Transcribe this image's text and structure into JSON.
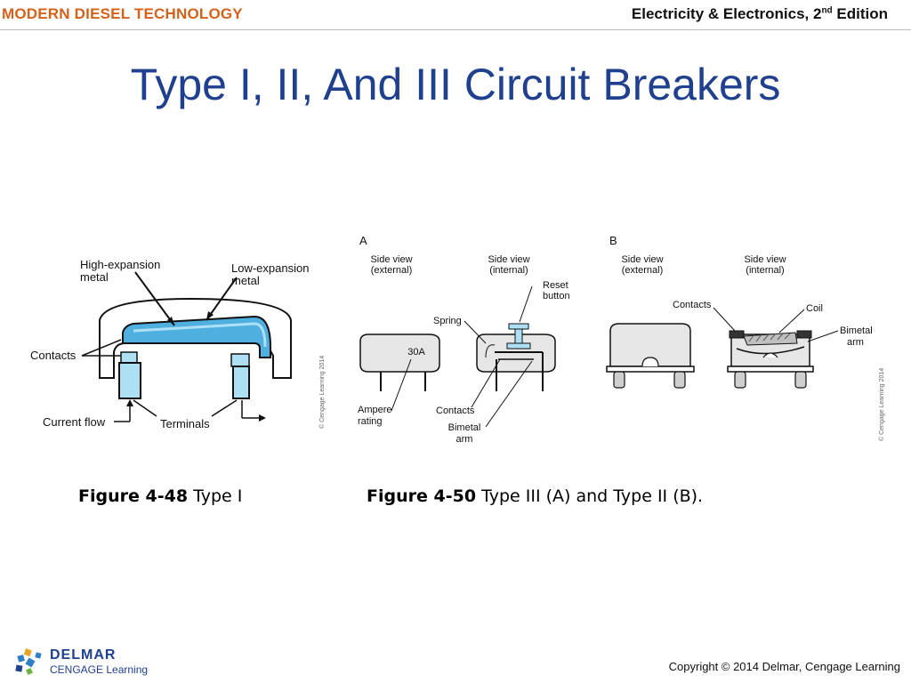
{
  "header": {
    "left": "MODERN DIESEL TECHNOLOGY",
    "right_main": "Electricity & Electronics, 2",
    "right_sup": "nd",
    "right_tail": " Edition"
  },
  "slide": {
    "title": "Type I, II, And III Circuit Breakers"
  },
  "figure1": {
    "labels": {
      "high_exp": [
        "High-expansion",
        "metal"
      ],
      "low_exp": [
        "Low-expansion",
        "metal"
      ],
      "contacts": "Contacts",
      "current_flow": "Current flow",
      "terminals": "Terminals"
    },
    "credit": "© Cengage Learning 2014"
  },
  "figure2": {
    "part_a": "A",
    "part_b": "B",
    "side_ext": [
      "Side view",
      "(external)"
    ],
    "side_int": [
      "Side view",
      "(internal)"
    ],
    "reset": [
      "Reset",
      "button"
    ],
    "spring": "Spring",
    "rating_value": "30A",
    "ampere": [
      "Ampere",
      "rating"
    ],
    "contacts": "Contacts",
    "bimetal": [
      "Bimetal",
      "arm"
    ],
    "coil": "Coil",
    "credit": "© Cengage Learning 2014"
  },
  "captions": {
    "c1_bold": "Figure 4-48",
    "c1_text": " Type I",
    "c2_bold": "Figure 4-50",
    "c2_text": " Type III (A) and Type II (B)."
  },
  "footer": {
    "logo_line1": "DELMAR",
    "logo_line2": "CENGAGE Learning",
    "copyright": "Copyright © 2014 Delmar, Cengage Learning"
  },
  "colors": {
    "header_orange": "#d4611a",
    "title_blue": "#1f3f8f",
    "metal_blue": "#4fb0e0",
    "terminal_blue": "#aee0f5"
  }
}
